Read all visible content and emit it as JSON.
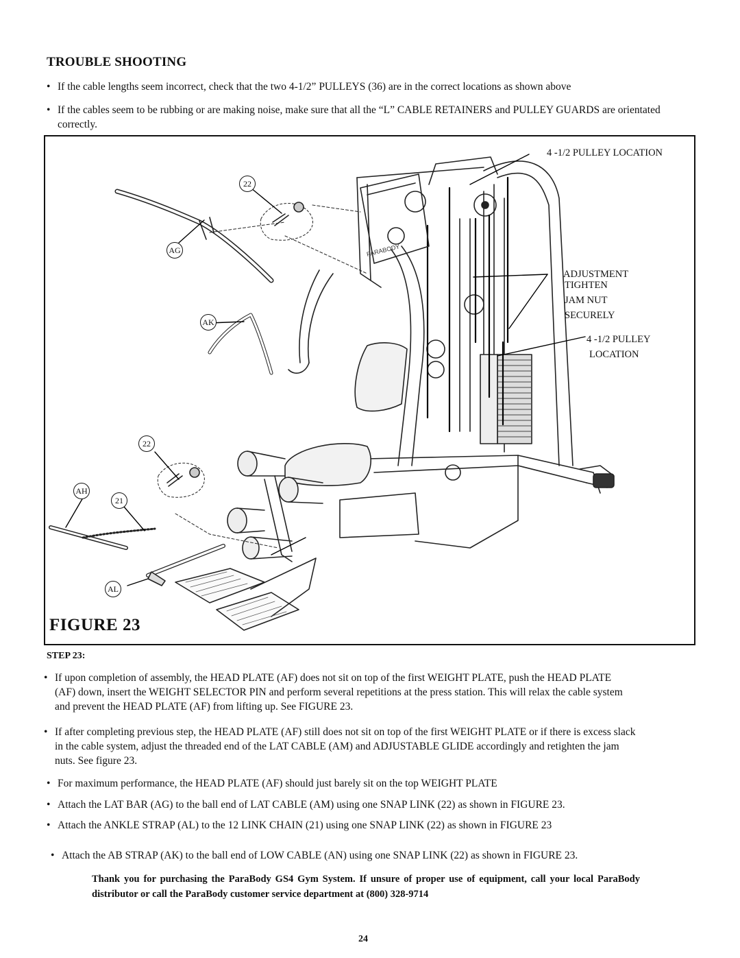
{
  "section_title": "TROUBLE SHOOTING",
  "troubleshooting": [
    "If the cable lengths seem incorrect, check that the two 4-1/2” PULLEYS (36) are in the correct locations as shown above",
    "If  the cables seem to be rubbing or are making noise, make sure that all the “L” CABLE RETAINERS and PULLEY GUARDS are orientated correctly."
  ],
  "figure": {
    "label": "FIGURE 23",
    "callouts": {
      "pulley_top": "4 -1/2 PULLEY LOCATION",
      "adjustment_1": "ADJUSTMENT",
      "adjustment_2": "TIGHTEN",
      "adjustment_3": "JAM NUT",
      "adjustment_4": "SECURELY",
      "pulley_mid_1": "4 -1/2 PULLEY",
      "pulley_mid_2": "LOCATION"
    },
    "badges": {
      "snap_link_top": "22",
      "lat_bar": "AG",
      "ab_strap": "AK",
      "snap_link_bottom": "22",
      "handle": "AH",
      "chain": "21",
      "ankle_strap": "AL"
    }
  },
  "step_label": "STEP 23:",
  "step_bullets": [
    "If upon completion of assembly, the HEAD PLATE (AF) does not sit on top of the first WEIGHT PLATE, push the HEAD PLATE (AF) down, insert the WEIGHT SELECTOR PIN and perform several repetitions at the press station. This will relax the cable system and prevent the HEAD PLATE (AF) from lifting up.  See FIGURE 23.",
    "If after completing previous step, the HEAD PLATE (AF) still does not sit on top of the first WEIGHT PLATE or if there is excess slack in the cable system, adjust the threaded end of the LAT CABLE (AM) and ADJUSTABLE GLIDE accordingly and retighten the jam nuts.  See figure 23.",
    "For maximum performance, the HEAD PLATE (AF) should just barely sit on the top WEIGHT PLATE",
    "Attach the LAT BAR (AG) to the ball end of LAT CABLE (AM) using one SNAP LINK (22) as shown in FIGURE 23.",
    "Attach the ANKLE STRAP (AL) to the 12 LINK CHAIN (21) using one SNAP LINK (22) as shown in FIGURE 23",
    "Attach the AB STRAP (AK) to the ball end of LOW CABLE (AN) using one SNAP LINK (22) as shown in FIGURE 23."
  ],
  "bullet_char": "•",
  "thanks": "Thank you for purchasing the ParaBody GS4 Gym System.  If unsure of proper use of equipment, call your local ParaBody distributor or call the ParaBody customer service department at (800) 328-9714",
  "page_number": "24",
  "brand_on_machine": "PARABODY"
}
